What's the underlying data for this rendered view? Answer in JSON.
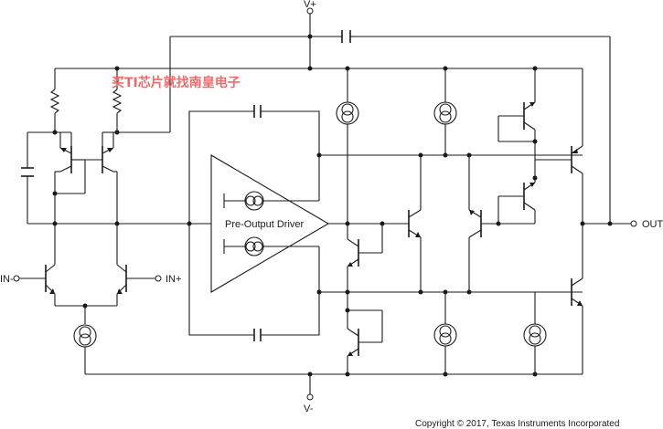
{
  "labels": {
    "vplus": "V+",
    "vminus": "V-",
    "in_minus": "IN-",
    "in_plus": "IN+",
    "out": "OUT",
    "block": "Pre-Output Driver"
  },
  "watermark": "买TI芯片就找南皇电子",
  "copyright": "Copyright © 2017, Texas Instruments Incorporated",
  "colors": {
    "line": "#1a1a1a",
    "watermark": "#f06a6a"
  }
}
